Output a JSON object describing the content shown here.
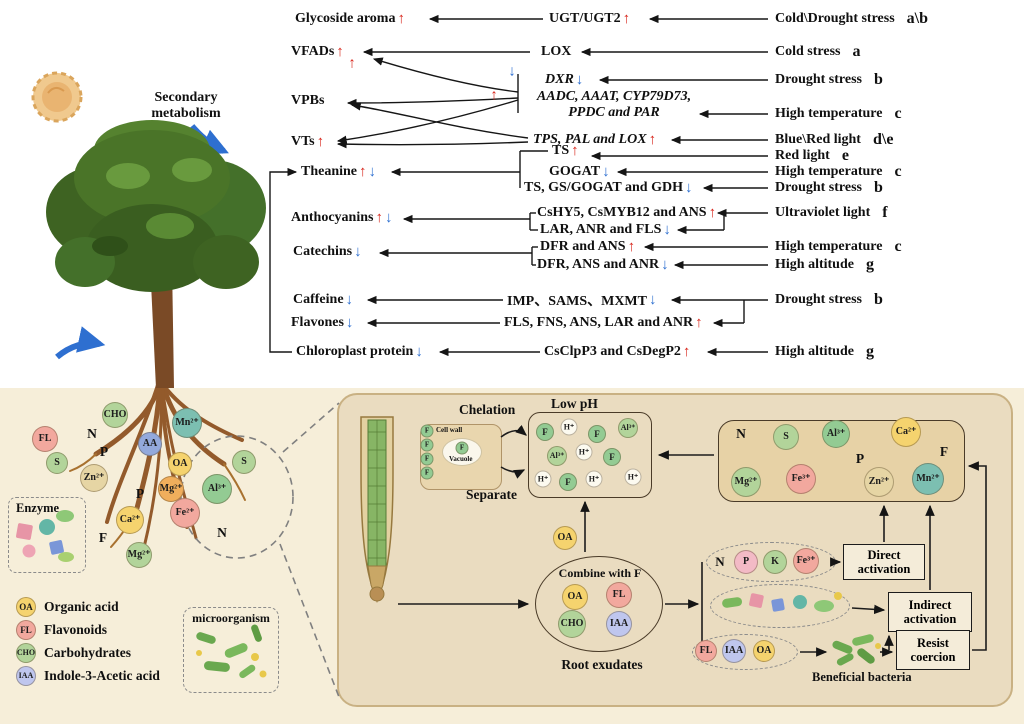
{
  "colors": {
    "up_arrow": "#d8261c",
    "down_arrow": "#2e6fd0",
    "soil_bg": "#f6eed9",
    "panel_bg": "#eadcc0",
    "leaf_green": "#44702a",
    "root_brown": "#935a2b"
  },
  "glyphs": {
    "up": "↑",
    "down": "↓"
  },
  "header": {
    "secondary_metabolism_line1": "Secondary",
    "secondary_metabolism_line2": "metabolism"
  },
  "pathway": {
    "metabolites": [
      {
        "label": "Glycoside aroma"
      },
      {
        "label": "VFADs"
      },
      {
        "label": "VPBs"
      },
      {
        "label": "VTs"
      },
      {
        "label": "Theanine"
      },
      {
        "label": "Anthocyanins"
      },
      {
        "label": "Catechins"
      },
      {
        "label": "Caffeine"
      },
      {
        "label": "Flavones"
      },
      {
        "label": "Chloroplast protein"
      }
    ],
    "genes": [
      {
        "label": "UGT/UGT2"
      },
      {
        "label": "LOX"
      },
      {
        "label": "DXR"
      },
      {
        "label": "AADC, AAAT, CYP79D73,",
        "label2": "PPDC and PAR"
      },
      {
        "label": "TPS, PAL and LOX"
      },
      {
        "label": "TS"
      },
      {
        "label": "GOGAT"
      },
      {
        "label": "TS, GS/GOGAT and GDH"
      },
      {
        "label": "CsHY5, CsMYB12 and ANS"
      },
      {
        "label": "LAR, ANR and FLS"
      },
      {
        "label": "DFR and ANS"
      },
      {
        "label": "DFR, ANS and ANR"
      },
      {
        "label": "IMP、SAMS、MXMT"
      },
      {
        "label": "FLS, FNS, ANS, LAR and ANR"
      },
      {
        "label": "CsClpP3 and CsDegP2"
      }
    ],
    "stresses": [
      {
        "label": "Cold\\Drought stress",
        "letter": "a\\b"
      },
      {
        "label": "Cold stress",
        "letter": "a"
      },
      {
        "label": "Drought stress",
        "letter": "b"
      },
      {
        "label": "High temperature",
        "letter": "c"
      },
      {
        "label": "Blue\\Red light",
        "letter": "d\\e"
      },
      {
        "label": "Red light",
        "letter": "e"
      },
      {
        "label": "High temperature",
        "letter": "c"
      },
      {
        "label": "Drought stress",
        "letter": "b"
      },
      {
        "label": "Ultraviolet light",
        "letter": "f"
      },
      {
        "label": "High temperature",
        "letter": "c"
      },
      {
        "label": "High altitude",
        "letter": "g"
      },
      {
        "label": "Drought stress",
        "letter": "b"
      },
      {
        "label": "High altitude",
        "letter": "g"
      }
    ]
  },
  "soil": {
    "ions": [
      {
        "label": "CHO"
      },
      {
        "label": "Mn²⁺"
      },
      {
        "label": "N"
      },
      {
        "label": "FL"
      },
      {
        "label": "P"
      },
      {
        "label": "AA"
      },
      {
        "label": "S"
      },
      {
        "label": "Zn²⁺"
      },
      {
        "label": "OA"
      },
      {
        "label": "Mg²⁺"
      },
      {
        "label": "Al³⁺"
      },
      {
        "label": "S"
      },
      {
        "label": "P"
      },
      {
        "label": "Ca²⁺"
      },
      {
        "label": "Fe²⁺"
      },
      {
        "label": "F"
      },
      {
        "label": "N"
      },
      {
        "label": "Mg²⁺"
      }
    ],
    "enzyme_box_title": "Enzyme",
    "micro_box_title": "microorganism",
    "legend": [
      {
        "key": "OA",
        "label": "Organic acid"
      },
      {
        "key": "FL",
        "label": "Flavonoids"
      },
      {
        "key": "CHO",
        "label": "Carbohydrates"
      },
      {
        "key": "IAA",
        "label": "Indole-3-Acetic acid"
      }
    ]
  },
  "panel": {
    "chelation": "Chelation",
    "low_ph": "Low pH",
    "separate": "Separate",
    "cell_wall": "Cell wall",
    "vacuole": "Vacuole",
    "combine_with_f": "Combine with F",
    "root_exudates": "Root exudates",
    "direct_activation": "Direct activation",
    "indirect_activation": "Indirect activation",
    "resist_coercion": "Resist coercion",
    "beneficial_bacteria": "Beneficial bacteria",
    "oa_free": "OA",
    "low_ph_ions": [
      {
        "label": "F"
      },
      {
        "label": "H⁺"
      },
      {
        "label": "F"
      },
      {
        "label": "Al³⁺"
      },
      {
        "label": "Al³⁺"
      },
      {
        "label": "H⁺"
      },
      {
        "label": "F"
      },
      {
        "label": "H⁺"
      },
      {
        "label": "F"
      },
      {
        "label": "H⁺"
      },
      {
        "label": "H⁺"
      }
    ],
    "wall_f": [
      {
        "label": "F"
      },
      {
        "label": "F"
      },
      {
        "label": "F"
      },
      {
        "label": "F"
      },
      {
        "label": "F"
      }
    ],
    "nutrients": [
      {
        "label": "N"
      },
      {
        "label": "S"
      },
      {
        "label": "Al³⁺"
      },
      {
        "label": "Ca²⁺"
      },
      {
        "label": "P"
      },
      {
        "label": "F"
      },
      {
        "label": "Mg²⁺"
      },
      {
        "label": "Fe³⁺"
      },
      {
        "label": "Zn²⁺"
      },
      {
        "label": "Mn²⁺"
      }
    ],
    "npk": [
      {
        "label": "N"
      },
      {
        "label": "P"
      },
      {
        "label": "K"
      },
      {
        "label": "Fe³⁺"
      }
    ],
    "exudates": [
      {
        "label": "OA"
      },
      {
        "label": "FL"
      },
      {
        "label": "CHO"
      },
      {
        "label": "IAA"
      }
    ],
    "fl_iaa_oa": [
      {
        "label": "FL"
      },
      {
        "label": "IAA"
      },
      {
        "label": "OA"
      }
    ]
  }
}
